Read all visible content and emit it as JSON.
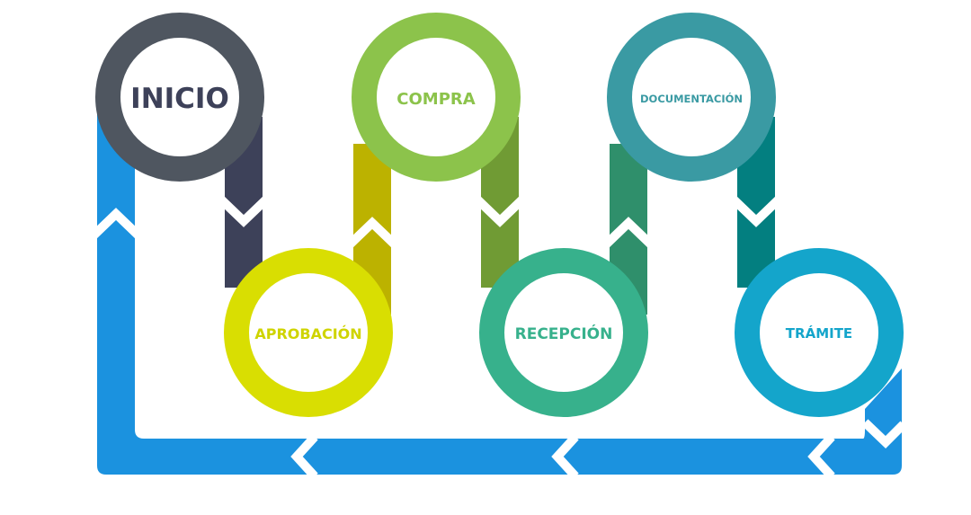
{
  "steps": [
    {
      "id": "inicio",
      "label": "INICIO",
      "color": "#4f5660",
      "connector_color": "#3d4159"
    },
    {
      "id": "aprobacion",
      "label": "APROBACIÓN",
      "color": "#d9de02",
      "connector_color": "#bcb200"
    },
    {
      "id": "compra",
      "label": "COMPRA",
      "color": "#8cc34b",
      "connector_color": "#709b34"
    },
    {
      "id": "recepcion",
      "label": "RECEPCIÓN",
      "color": "#37b18c",
      "connector_color": "#2f8f6b"
    },
    {
      "id": "documentacion",
      "label": "DOCUMENTACIÓN",
      "color": "#3a9aa3",
      "connector_color": "#037f80"
    },
    {
      "id": "tramite",
      "label": "TRÁMITE",
      "color": "#14a5cb",
      "connector_color": "#1a8fd6"
    }
  ],
  "return_loop_color": "#1b92df",
  "text_colors": {
    "inicio": "#3d4159",
    "aprobacion": "#cfd400",
    "compra": "#8cc34b",
    "recepcion": "#37b18c",
    "documentacion": "#3a9aa3",
    "tramite": "#14a5cb"
  }
}
